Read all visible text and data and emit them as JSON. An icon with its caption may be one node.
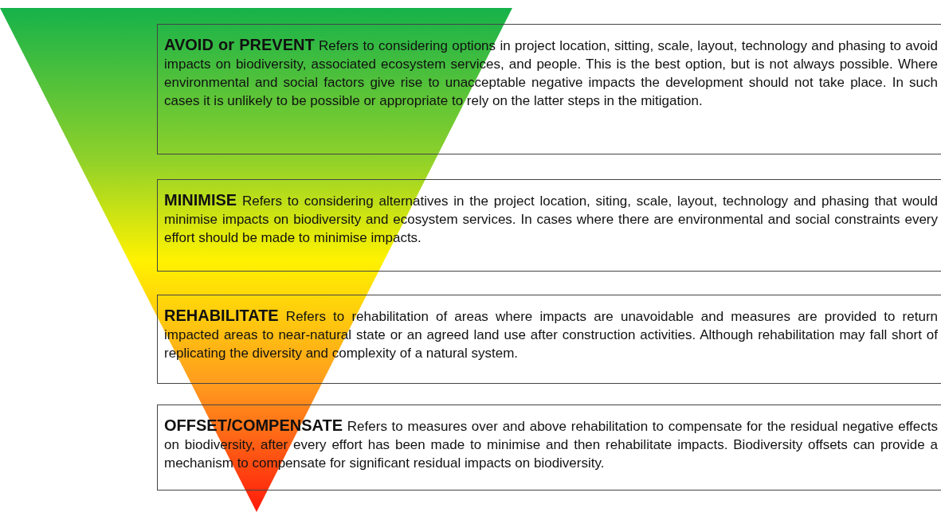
{
  "diagram": {
    "nodes": [
      {
        "text": [
          "**AVOID or PREVENT** Refers to considering options in project location, sitting, scale, layout, technology and phasing to avoid impacts on biodiversity, associated ecosystem services, and people. This is the best option, but is not always possible. Where environmental and social factors give rise to unacceptable negative impacts the development should not take place. In such cases it is unlikely to be possible or appropriate to rely on the latter steps in the mitigation."
        ]
      },
      {
        "text": [
          "**MINIMISE** Refers to considering alternatives in the project location, siting, scale, layout, technology and phasing that would minimise impacts on biodiversity and ecosystem services. In cases where there are environmental and social constraints every effort should be made to minimise impacts."
        ]
      },
      {
        "text": [
          "**REHABILITATE** Refers to rehabilitation of areas where impacts are unavoidable and measures are provided to return impacted areas to near-natural state or an agreed land use after construction activities. Although rehabilitation may fall short of replicating the diversity and complexity of a natural system."
        ]
      },
      {
        "text": [
          "**OFFSET/COMPENSATE** Refers to measures over and above rehabilitation to compensate for the residual negative effects on biodiversity, after every effort has been made to minimise and then rehabilitate impacts. Biodiversity offsets can provide a mechanism to compensate for significant residual impacts on biodiversity."
        ]
      }
    ]
  }
}
